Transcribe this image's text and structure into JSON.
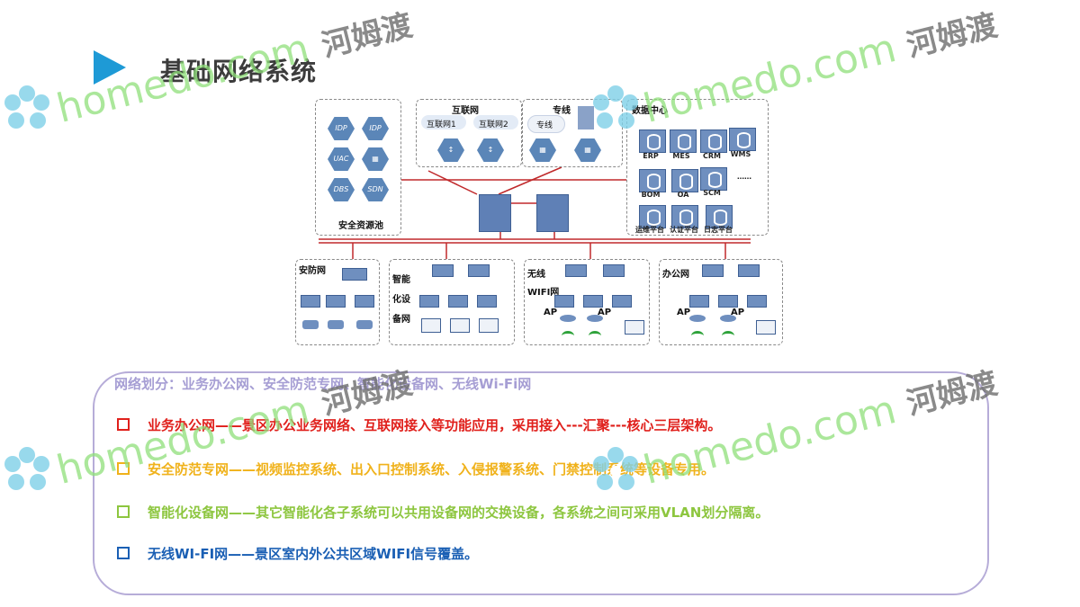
{
  "slide": {
    "title": "基础网络系统"
  },
  "diagram": {
    "security_pool": {
      "label": "安全资源池",
      "devices": [
        "IDP",
        "IDP",
        "UAC",
        "",
        "DBS",
        "SDN"
      ]
    },
    "internet": {
      "label": "互联网",
      "clouds": [
        "互联网1",
        "互联网2"
      ]
    },
    "private_line": {
      "label": "专线",
      "cloud": "专线"
    },
    "data_center": {
      "label": "数据中心",
      "systems": [
        "ERP",
        "MES",
        "CRM",
        "WMS",
        "BOM",
        "OA",
        "SCM",
        "……",
        "运维平台",
        "认证平台",
        "日志平台"
      ]
    },
    "security_net": {
      "label": "安防网"
    },
    "smart_net": {
      "label_lines": [
        "智能",
        "化设",
        "备网"
      ]
    },
    "wireless_net": {
      "label_lines": [
        "无线",
        "WIFI网"
      ],
      "ap_labels": [
        "AP",
        "AP"
      ]
    },
    "office_net": {
      "label": "办公网",
      "ap_labels": [
        "AP",
        "AP"
      ]
    }
  },
  "description": {
    "network_division": "网络划分：业务办公网、安全防范专网、智能化设备网、无线Wi-Fi网",
    "items": [
      {
        "text": "业务办公网——景区办公业务网络、互联网接入等功能应用，采用接入---汇聚---核心三层架构。",
        "color": "#e0201c"
      },
      {
        "text": "安全防范专网——视频监控系统、出入口控制系统、入侵报警系统、门禁控制系统等设备专用。",
        "color": "#f0b21b"
      },
      {
        "text": "智能化设备网——其它智能化各子系统可以共用设备网的交换设备，各系统之间可采用VLAN划分隔离。",
        "color": "#8dc63f"
      },
      {
        "text": "无线WI-FI网——景区室内外公共区域WIFI信号覆盖。",
        "color": "#1a5fb4"
      }
    ]
  },
  "watermark": {
    "text_en": "homedo.com",
    "text_cn": "河姆渡"
  },
  "colors": {
    "accent": "#1e9ad6",
    "link_red": "#c0292b",
    "device_blue": "#5f80b6"
  }
}
